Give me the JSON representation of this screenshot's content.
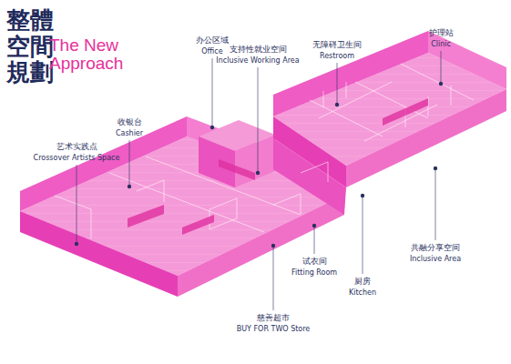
{
  "diagram": {
    "title": "整體空間規劃",
    "labels": [
      "The New Approach",
      "办公区域",
      "Office",
      "支持性就业空间",
      "Inclusive Working Area",
      "无障碍卫生间",
      "Restroom",
      "护理站",
      "Clinic",
      "收银台",
      "Cashier",
      "艺术实践点",
      "Crossover Artists Space",
      "试衣间",
      "Fitting Room",
      "厨房",
      "Kitchen",
      "共融分享空间",
      "Inclusive Area",
      "慈善超市",
      "BUY FOR TWO Store"
    ]
  }
}
